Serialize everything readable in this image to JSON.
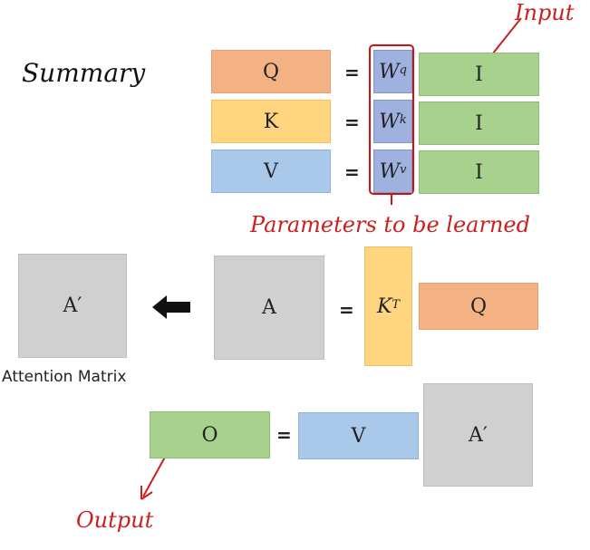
{
  "summary_title": "Summary",
  "annotations": {
    "input": "Input",
    "parameters": "Parameters to be learned",
    "output": "Output",
    "attention_matrix": "Attention Matrix"
  },
  "rows": {
    "q": {
      "lhs": "Q",
      "w_base": "W",
      "w_sup": "q",
      "rhs": "I"
    },
    "k": {
      "lhs": "K",
      "w_base": "W",
      "w_sup": "k",
      "rhs": "I"
    },
    "v": {
      "lhs": "V",
      "w_base": "W",
      "w_sup": "v",
      "rhs": "I"
    }
  },
  "equals": "=",
  "attention": {
    "a_prime": "A′",
    "a": "A",
    "kt_base": "K",
    "kt_sup": "T",
    "q": "Q"
  },
  "output_eq": {
    "o": "O",
    "v": "V",
    "a_prime": "A′"
  },
  "colors": {
    "query": "#f4b183",
    "key": "#ffd580",
    "value": "#a9c8ea",
    "weights": "#9fb1df",
    "input": "#a9d18e",
    "matrix": "#d0d0d0",
    "annotation_red": "#cc1f1f"
  }
}
